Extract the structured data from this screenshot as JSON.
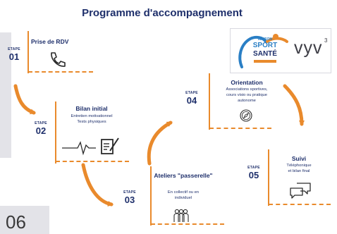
{
  "title": "Programme d'accompagnement",
  "page_number": "06",
  "colors": {
    "accent": "#e98a2c",
    "navy": "#1e2f6b",
    "logo_blue": "#2a7fc5",
    "logo_orange": "#e98a2c"
  },
  "logos": {
    "mss_top": "MAISON",
    "mss_sport": "SPORT",
    "mss_sante": "SANTÉ",
    "vyv": "vyv",
    "vyv_sup": "3"
  },
  "steps": [
    {
      "etape_label": "ETAPE",
      "number": "01",
      "title": "Prise de RDV",
      "subtitle": "",
      "icon": "phone-icon"
    },
    {
      "etape_label": "ETAPE",
      "number": "02",
      "title": "Bilan initial",
      "subtitle": "Entretien motivationnel\nTests physiques",
      "icon": "heartbeat-icon"
    },
    {
      "etape_label": "ETAPE",
      "number": "03",
      "title": "Ateliers \"passerelle\"",
      "subtitle": "En collectif ou en\nindividuel",
      "icon": "group-icon"
    },
    {
      "etape_label": "ETAPE",
      "number": "04",
      "title": "Orientation",
      "subtitle": "Associations sportives,\ncours visio ou pratique\nautonome",
      "icon": "compass-icon"
    },
    {
      "etape_label": "ETAPE",
      "number": "05",
      "title": "Suivi",
      "subtitle": "Téléphonique\net bilan final",
      "icon": "chat-icon"
    }
  ]
}
